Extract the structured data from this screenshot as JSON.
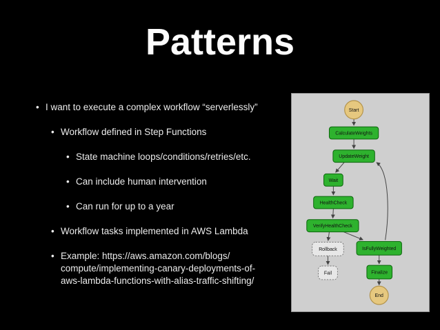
{
  "slide": {
    "title": "Patterns",
    "bullets": [
      {
        "level": 1,
        "lines": [
          "I want to execute a complex workflow “serverlessly”"
        ]
      },
      {
        "level": 2,
        "lines": [
          "Workflow defined in Step Functions"
        ]
      },
      {
        "level": 3,
        "lines": [
          "State machine loops/conditions/retries/etc."
        ]
      },
      {
        "level": 3,
        "lines": [
          "Can include human intervention"
        ]
      },
      {
        "level": 3,
        "lines": [
          "Can run for up to a year"
        ]
      },
      {
        "level": 2,
        "lines": [
          "Workflow tasks implemented in AWS Lambda"
        ]
      },
      {
        "level": 2,
        "lines": [
          "Example: https://aws.amazon.com/blogs/",
          "compute/implementing-canary-deployments-of-",
          "aws-lambda-functions-with-alias-traffic-shifting/"
        ]
      }
    ]
  },
  "diagram": {
    "nodes": [
      {
        "id": "Start",
        "label": "Start",
        "kind": "terminal"
      },
      {
        "id": "CalculateWeights",
        "label": "CalculateWeights",
        "kind": "task"
      },
      {
        "id": "UpdateWeight",
        "label": "UpdateWeight",
        "kind": "task"
      },
      {
        "id": "Wait",
        "label": "Wait",
        "kind": "task"
      },
      {
        "id": "HealthCheck",
        "label": "HealthCheck",
        "kind": "task"
      },
      {
        "id": "VerifyHealthCheck",
        "label": "VerifyHealthCheck",
        "kind": "task"
      },
      {
        "id": "Rollback",
        "label": "Rollback",
        "kind": "optional"
      },
      {
        "id": "IsFullyWeighted",
        "label": "IsFullyWeighted",
        "kind": "task"
      },
      {
        "id": "Fail",
        "label": "Fail",
        "kind": "optional"
      },
      {
        "id": "Finalize",
        "label": "Finalize",
        "kind": "task"
      },
      {
        "id": "End",
        "label": "End",
        "kind": "terminal"
      }
    ],
    "edges": [
      {
        "from": "Start",
        "to": "CalculateWeights"
      },
      {
        "from": "CalculateWeights",
        "to": "UpdateWeight"
      },
      {
        "from": "UpdateWeight",
        "to": "Wait"
      },
      {
        "from": "Wait",
        "to": "HealthCheck"
      },
      {
        "from": "HealthCheck",
        "to": "VerifyHealthCheck"
      },
      {
        "from": "VerifyHealthCheck",
        "to": "Rollback"
      },
      {
        "from": "VerifyHealthCheck",
        "to": "IsFullyWeighted"
      },
      {
        "from": "Rollback",
        "to": "Fail"
      },
      {
        "from": "IsFullyWeighted",
        "to": "Finalize"
      },
      {
        "from": "IsFullyWeighted",
        "to": "UpdateWeight"
      },
      {
        "from": "Finalize",
        "to": "End"
      }
    ]
  },
  "colors": {
    "background": "#000000",
    "title_text": "#fcfcfc",
    "body_text": "#ececec",
    "panel_background": "#cfcfcf",
    "panel_border": "#8f8f8f",
    "task_fill": "#2eb22e",
    "task_border": "#0c640c",
    "terminal_fill": "#e6c87f",
    "terminal_border": "#b3934b",
    "optional_fill": "#e7e7e7",
    "optional_border": "#666666",
    "edge_color": "#444444"
  }
}
